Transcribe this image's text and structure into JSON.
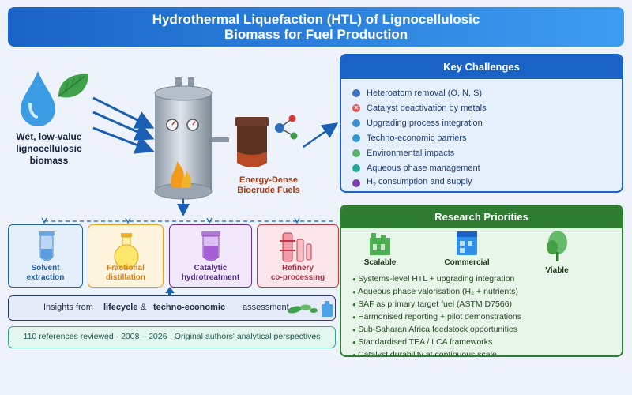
{
  "title": {
    "line1": "Hydrothermal Liquefaction (HTL) of Lignocellulosic",
    "line2": "Biomass for Fuel Production"
  },
  "biomass": {
    "line1": "Wet, low-value",
    "line2": "lignocellulosic",
    "line3": "biomass",
    "icons": [
      "water-drop-icon",
      "leaf-icon"
    ]
  },
  "reactor": {
    "icon": "htl-reactor-icon"
  },
  "biocrude": {
    "line1": "Energy-Dense",
    "line2": "Biocrude Fuels",
    "icons": [
      "biocrude-vessel-icon",
      "molecule-icon"
    ]
  },
  "challenges": {
    "title": "Key Challenges",
    "items": [
      {
        "label": "Heteroatom removal (O, N, S)",
        "color": "#3b73c4"
      },
      {
        "label": "Catalyst deactivation by metals",
        "color": "#e45252",
        "icon": "x-circle-icon"
      },
      {
        "label": "Upgrading process integration",
        "color": "#3b8fd9"
      },
      {
        "label": "Techno-economic barriers",
        "color": "#2f9ad6"
      },
      {
        "label": "Environmental impacts",
        "color": "#5bb36c"
      },
      {
        "label": "Aqueous phase management",
        "color": "#26a69a"
      },
      {
        "label": "consumption and supply",
        "prefix": "H",
        "sub": "2",
        "color": "#7e3fb0"
      }
    ]
  },
  "methods": [
    {
      "line1": "Solvent",
      "line2": "extraction",
      "color": "#1f5fa8",
      "bg": "#e4effb",
      "icon": "test-tube-icon"
    },
    {
      "line1": "Fractional",
      "line2": "distillation",
      "color": "#e07b0a",
      "bg": "#fff4dd",
      "icon": "flask-icon"
    },
    {
      "line1": "Catalytic",
      "line2": "hydrotreatment",
      "color": "#5a2a8a",
      "bg": "#f1e7fb",
      "icon": "catalyst-tube-icon"
    },
    {
      "line1": "Refinery",
      "line2": "co-processing",
      "color": "#b03040",
      "bg": "#fde6ea",
      "icon": "refinery-column-icon"
    }
  ],
  "insights": {
    "prefix": "Insights from",
    "bold1": "lifecycle",
    "amp": "&",
    "bold2": "techno-economic",
    "suffix": "assessment"
  },
  "references": "110 references reviewed · 2008 – 2026 · Original authors' analytical perspectives",
  "priorities": {
    "title": "Research Priorities",
    "icons": [
      {
        "label": "Scalable",
        "icon": "plant-scale-icon"
      },
      {
        "label": "Commercial",
        "icon": "commercial-building-icon"
      },
      {
        "label": "Viable",
        "icon": "tree-icon"
      }
    ],
    "items": [
      "Systems-level HTL + upgrading integration",
      "Aqueous phase valorisation (H₂ + nutrients)",
      "SAF as primary target fuel (ASTM D7566)",
      "Harmonised reporting + pilot demonstrations",
      "Sub-Saharan Africa feedstock opportunities",
      "Standardised TEA / LCA frameworks",
      "Catalyst durability at continuous scale"
    ]
  }
}
